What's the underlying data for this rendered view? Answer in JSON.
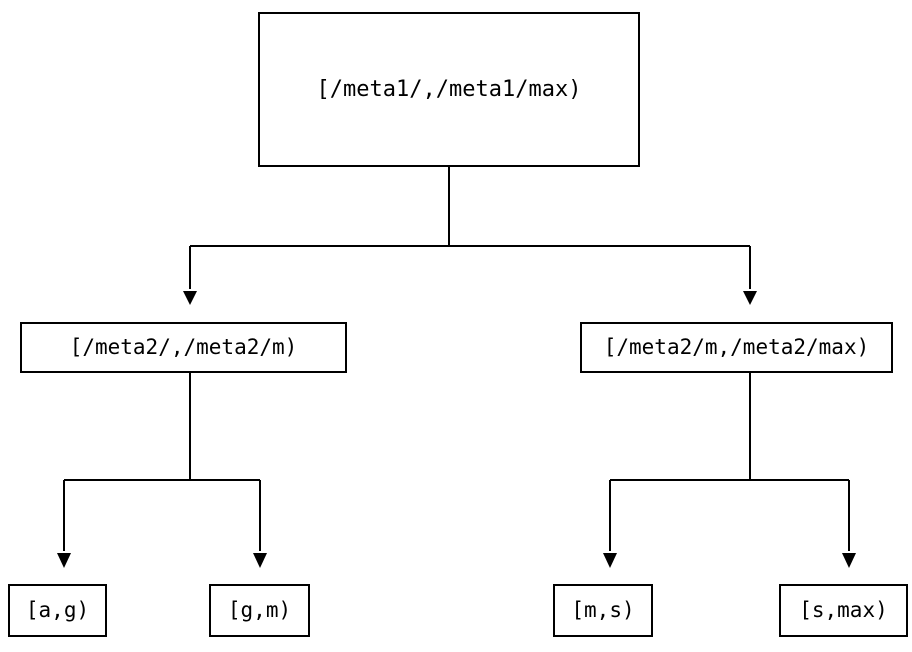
{
  "diagram": {
    "type": "binary-interval-tree",
    "background_color": "#ffffff",
    "stroke_color": "#000000",
    "nodes": {
      "root": {
        "label": "[/meta1/,/meta1/max)",
        "level": 1
      },
      "meta2_low": {
        "label": "[/meta2/,/meta2/m)",
        "level": 2
      },
      "meta2_high": {
        "label": "[/meta2/m,/meta2/max)",
        "level": 2
      },
      "leaf_ag": {
        "label": "[a,g)",
        "level": 3
      },
      "leaf_gm": {
        "label": "[g,m)",
        "level": 3
      },
      "leaf_ms": {
        "label": "[m,s)",
        "level": 3
      },
      "leaf_smax": {
        "label": "[s,max)",
        "level": 3
      }
    },
    "edges": [
      {
        "from": "root",
        "to": "meta2_low",
        "arrow": "down-triangle"
      },
      {
        "from": "root",
        "to": "meta2_high",
        "arrow": "down-triangle"
      },
      {
        "from": "meta2_low",
        "to": "leaf_ag",
        "arrow": "down-triangle"
      },
      {
        "from": "meta2_low",
        "to": "leaf_gm",
        "arrow": "down-triangle"
      },
      {
        "from": "meta2_high",
        "to": "leaf_ms",
        "arrow": "down-triangle"
      },
      {
        "from": "meta2_high",
        "to": "leaf_smax",
        "arrow": "down-triangle"
      }
    ]
  }
}
